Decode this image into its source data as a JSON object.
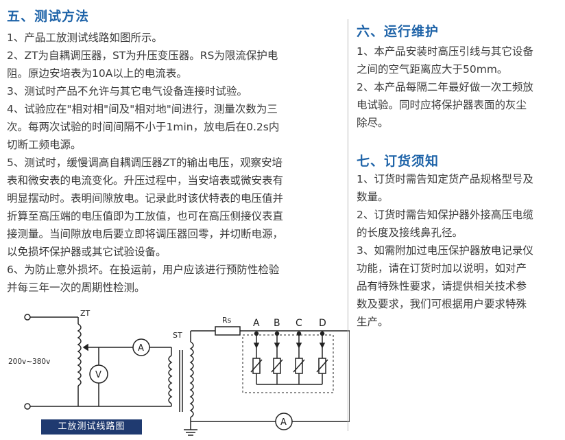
{
  "section5": {
    "title": "五、测试方法",
    "lines": [
      "1、产品工放测试线路如图所示。",
      "2、ZT为自耦调压器，ST为升压变压器。RS为限流保护电",
      "阻。原边安培表为10A以上的电流表。",
      "3、测试时产品不允许与其它电气设备连接时试验。",
      "4、试验应在\"相对相\"间及\"相对地\"间进行，测量次数为三",
      "次。每两次试验的时间间隔不小于1min，放电后在0.2s内",
      "切断工频电源。",
      "5、测试时，缓慢调高自耦调压器ZT的输出电压，观察安培",
      "表和微安表的电流变化。升压过程中，当安培表或微安表有",
      "明显摆动时。表明间隙放电。记录此时该伏特表的电压值并",
      "折算至高压端的电压值即为工放值，也可在高压侧接仪表直",
      "接测量。当间隙放电后要立即将调压器回零，并切断电源，",
      "以免损坏保护器或其它试验设备。",
      "6、为防止意外损坏。在投运前，用户应该进行预防性检验",
      "并每三年一次的周期性检测。"
    ]
  },
  "section6": {
    "title": "六、运行维护",
    "lines": [
      "1、本产品安装时高压引线与其它设备",
      "之间的空气距离应大于50mm。",
      "2、本产品每隔二年最好做一次工频放",
      "电试验。同时应将保护器表面的灰尘",
      "除尽。"
    ]
  },
  "section7": {
    "title": "七、订货须知",
    "lines": [
      "1、订货时需告知定货产品规格型号及",
      "数量。",
      "2、订货时需告知保护器外接高压电缆",
      "的长度及接线鼻孔径。",
      "3、如需附加过电压保护器放电记录仪",
      "功能，请在订货时加以说明，如对产",
      "品有特殊性要求，请提供相关技术参",
      "数及要求，我们可根据用户要求特殊",
      "生产。"
    ]
  },
  "circuit": {
    "zt_label": "ZT",
    "st_label": "ST",
    "rs_label": "Rs",
    "voltage_label": "200v~380v",
    "ammeter_symbol": "A",
    "voltmeter_symbol": "V",
    "phase_labels": [
      "A",
      "B",
      "C",
      "D"
    ],
    "caption": "工放测试线路图"
  },
  "colors": {
    "heading": "#1e63a8",
    "caption_bg": "#1f3a70",
    "text": "#3a3a3a"
  }
}
